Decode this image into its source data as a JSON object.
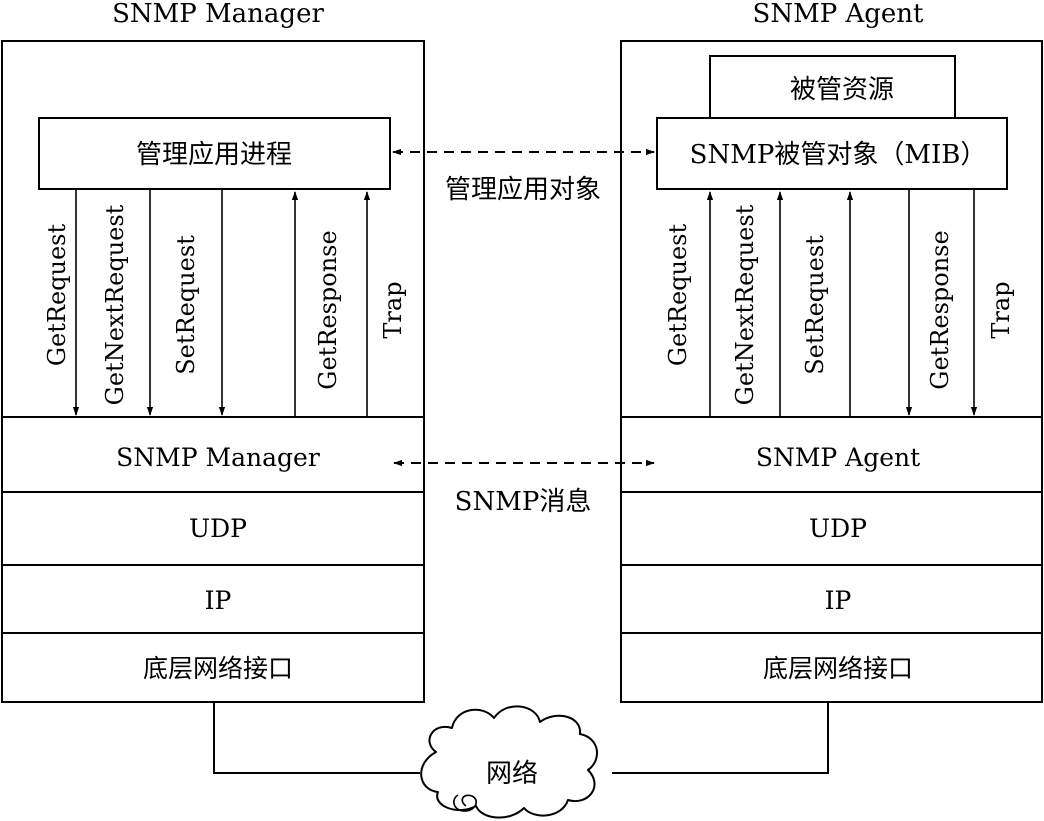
{
  "manager": {
    "title": "SNMP Manager",
    "process": "管理应用进程",
    "layer_snmp": "SNMP Manager",
    "layer_udp": "UDP",
    "layer_ip": "IP",
    "layer_net": "底层网络接口",
    "down_messages": [
      "GetRequest",
      "GetNextRequest",
      "SetRequest"
    ],
    "up_messages": [
      "GetResponse",
      "Trap"
    ]
  },
  "agent": {
    "title": "SNMP Agent",
    "resource": "被管资源",
    "mib": "SNMP被管对象（MIB）",
    "layer_snmp": "SNMP Agent",
    "layer_udp": "UDP",
    "layer_ip": "IP",
    "layer_net": "底层网络接口",
    "up_messages": [
      "GetRequest",
      "GetNextRequest",
      "SetRequest"
    ],
    "down_messages": [
      "GetResponse",
      "Trap"
    ]
  },
  "center": {
    "app_objects": "管理应用对象",
    "snmp_messages": "SNMP消息",
    "network": "网络"
  }
}
